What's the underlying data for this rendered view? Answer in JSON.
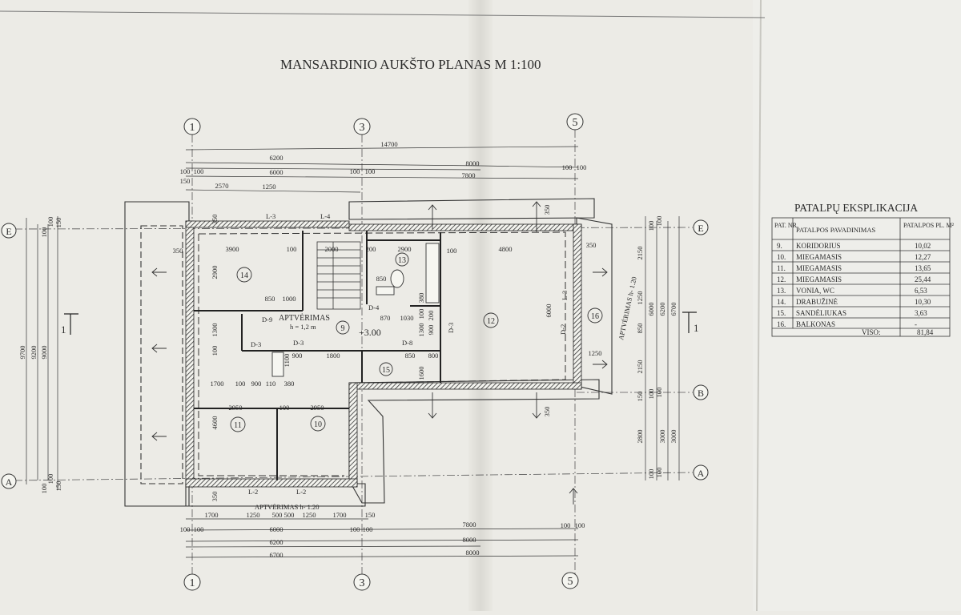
{
  "title": "MANSARDINIO AUKŠTO PLANAS  M 1:100",
  "grid_labels": {
    "top": [
      "1",
      "3",
      "5"
    ],
    "bottom": [
      "1",
      "3",
      "5"
    ],
    "left": [
      "E",
      "A"
    ],
    "right": [
      "E",
      "B",
      "A"
    ]
  },
  "section_marks": {
    "left": "1",
    "right": "1"
  },
  "dims_top": {
    "overall": "14700",
    "d6200": "6200",
    "d8000": "8000",
    "d6000": "6000",
    "d7800": "7800",
    "d100a": "100",
    "d100b": "100",
    "d100c": "100",
    "d100d": "100",
    "d100e": "100",
    "d100f": "100",
    "d150": "150",
    "d2570": "2570",
    "d1250": "1250"
  },
  "dims_bottom": {
    "d1700a": "1700",
    "d1250a": "1250",
    "d500a": "500",
    "d500b": "500",
    "d1250b": "1250",
    "d1700b": "1700",
    "d150": "150",
    "d6000": "6000",
    "d7800": "7800",
    "d6200": "6200",
    "d8000a": "8000",
    "d6700": "6700",
    "d8000b": "8000",
    "d100a": "100",
    "d100b": "100",
    "d100c": "100",
    "d100d": "100",
    "d100e": "100",
    "d100f": "100"
  },
  "dims_left": {
    "d9700": "9700",
    "d9200": "9200",
    "d9000": "9000",
    "d100a": "100",
    "d100b": "100",
    "d150a": "150",
    "d100c": "100",
    "d100d": "100",
    "d150b": "150"
  },
  "dims_right": {
    "d2150a": "2150",
    "d1250": "1250",
    "d850": "850",
    "d2150b": "2150",
    "d6000": "6000",
    "d6200": "6200",
    "d6700": "6700",
    "d2800": "2800",
    "d3000a": "3000",
    "d3000b": "3000",
    "d150": "150",
    "d100a": "100",
    "d100b": "100",
    "d100c": "100",
    "d100d": "100",
    "d100e": "100",
    "d100f": "100"
  },
  "inner_dims": {
    "d350a": "350",
    "d3900": "3900",
    "d100a": "100",
    "d2000": "2000",
    "d200": "200",
    "d2900a": "2900",
    "d100b": "100",
    "d4800": "4800",
    "d350b": "350",
    "d2900v": "2900",
    "d850a": "850",
    "d1000": "1000",
    "d850b": "850",
    "d870": "870",
    "d1030": "1030",
    "d1300": "1300",
    "d100c": "100",
    "d900a": "900",
    "d1800": "1800",
    "d850c": "850",
    "d800": "800",
    "d1100": "1100",
    "d1700": "1700",
    "d100d": "100",
    "d900b": "900",
    "d110": "110",
    "d380": "380",
    "d2950a": "2950",
    "d100e": "100",
    "d2950b": "2950",
    "d4600": "4600",
    "d350c": "350",
    "d6000v": "6000",
    "d1250": "1250",
    "d350d": "350",
    "d350e": "350",
    "d350f": "350",
    "d1600": "1600",
    "d1300b": "1300",
    "d900c": "900",
    "d200b": "200",
    "d380b": "380",
    "d100f": "100"
  },
  "plan_labels": {
    "l3": "L-3",
    "l4": "L-4",
    "l2a": "L-2",
    "l2b": "L-2",
    "l3v": "L-3",
    "d9": "D-9",
    "d3a": "D-3",
    "d3b": "D-3",
    "d3c": "D-3",
    "d4": "D-4",
    "d8": "D-8",
    "d2": "D-2",
    "aptverimas1": "APTVĖRIMAS",
    "aptverimas1_h": "h = 1,2 m",
    "aptverimas2": "APTVĖRIMAS h- 1.20",
    "aptverimas3": "APTVĖRIMAS h- 1.20",
    "level": "+3.00"
  },
  "rooms": [
    {
      "no": "14"
    },
    {
      "no": "13"
    },
    {
      "no": "12"
    },
    {
      "no": "9"
    },
    {
      "no": "16"
    },
    {
      "no": "15"
    },
    {
      "no": "11"
    },
    {
      "no": "10"
    }
  ],
  "explication": {
    "title": "PATALPŲ EKSPLIKACIJA",
    "headers": {
      "nr": "PAT. NR.",
      "name": "PATALPOS PAVADINIMAS",
      "area": "PATALPOS PL. M²"
    },
    "rows": [
      {
        "nr": "9.",
        "name": "KORIDORIUS",
        "area": "10,02"
      },
      {
        "nr": "10.",
        "name": "MIEGAMASIS",
        "area": "12,27"
      },
      {
        "nr": "11.",
        "name": "MIEGAMASIS",
        "area": "13,65"
      },
      {
        "nr": "12.",
        "name": "MIEGAMASIS",
        "area": "25,44"
      },
      {
        "nr": "13.",
        "name": "VONIA, WC",
        "area": "6,53"
      },
      {
        "nr": "14.",
        "name": "DRABUŽINĖ",
        "area": "10,30"
      },
      {
        "nr": "15.",
        "name": "SANDĖLIUKAS",
        "area": "3,63"
      },
      {
        "nr": "16.",
        "name": "BALKONAS",
        "area": "-"
      }
    ],
    "total_label": "VISO:",
    "total_value": "81,84"
  },
  "colors": {
    "paper": "#ecebe6",
    "paper_shade": "#dcdcd6",
    "ink": "#2a2a2a",
    "wall": "#3a3a3a"
  }
}
